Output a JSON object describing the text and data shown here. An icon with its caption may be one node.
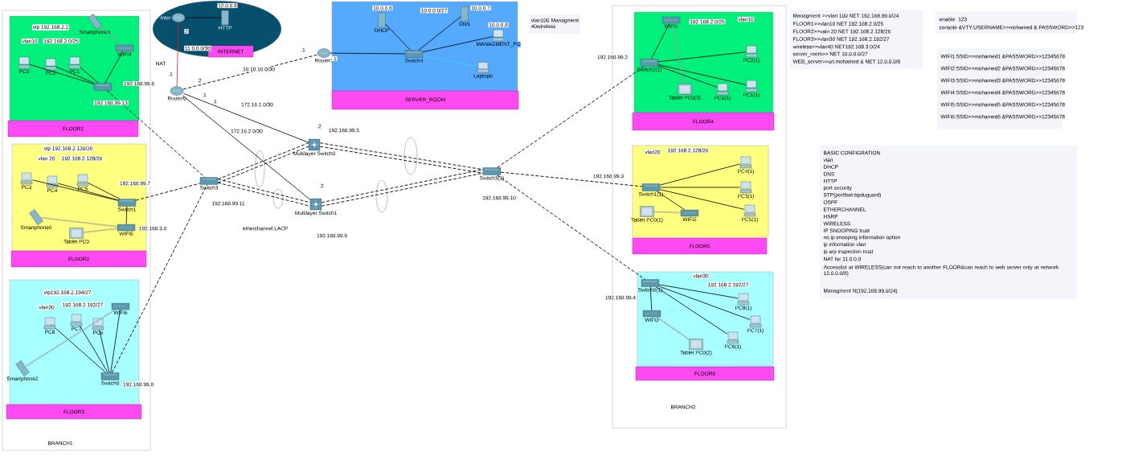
{
  "diagram": {
    "nodes": [
      {
        "text": [
          "BRANCH1"
        ]
      },
      {
        "text": [
          "FLOOR1"
        ],
        "in": 0
      },
      {
        "text": [
          "PC0"
        ],
        "in": 1
      },
      {
        "text": [
          "PC2"
        ],
        "in": 1
      },
      {
        "text": [
          "PC1"
        ],
        "in": 1
      },
      {
        "text": [
          "Smartphone1"
        ],
        "in": 1
      },
      {
        "text": [
          "WIFI4"
        ],
        "in": 1
      },
      {
        "text": [],
        "shape": "box",
        "in": 1
      },
      {
        "text": [
          "FLOOR2"
        ],
        "in": 0
      },
      {
        "text": [
          "PC3"
        ],
        "in": 8
      },
      {
        "text": [
          "PC4"
        ],
        "in": 8
      },
      {
        "text": [
          "PC5"
        ],
        "in": 8
      },
      {
        "text": [
          "Switch1"
        ],
        "in": 8
      },
      {
        "text": [
          "Smartphone0"
        ],
        "in": 8
      },
      {
        "text": [
          "Tablet PC0"
        ],
        "in": 8
      },
      {
        "text": [
          "WIFI5"
        ],
        "in": 8
      },
      {
        "text": [
          "FLOOR3"
        ],
        "in": 0
      },
      {
        "text": [
          "PC8"
        ],
        "in": 16
      },
      {
        "text": [
          "PC7"
        ],
        "in": 16
      },
      {
        "text": [
          "PC6"
        ],
        "in": 16
      },
      {
        "text": [
          "WIFI6"
        ],
        "in": 16
      },
      {
        "text": [
          "Smartphone2"
        ],
        "in": 16
      },
      {
        "text": [
          "Switch0"
        ],
        "in": 16
      },
      {
        "text": [
          "INTERNET"
        ]
      },
      {
        "text": [
          "Inter"
        ],
        "in": 23
      },
      {
        "text": [
          "HTTP"
        ],
        "in": 23
      },
      {
        "text": [
          "Router0"
        ]
      },
      {
        "text": [
          "Router1"
        ]
      },
      {
        "text": [
          "SERVER_ROOM"
        ]
      },
      {
        "text": [
          "DHCP"
        ],
        "in": 28
      },
      {
        "text": [
          "DNS"
        ],
        "in": 28
      },
      {
        "text": [
          "MANAGMENT_PC"
        ],
        "in": 28
      },
      {
        "text": [
          "Switch4"
        ],
        "in": 28
      },
      {
        "text": [
          "Laptop0"
        ],
        "in": 28
      },
      {
        "text": [
          "Switch3"
        ]
      },
      {
        "text": [
          "Multilayer Switch0"
        ]
      },
      {
        "text": [
          "Multilayer Switch1"
        ]
      },
      {
        "text": [
          "Switch3(1)"
        ]
      },
      {
        "text": [
          "BRANCH2"
        ]
      },
      {
        "text": [
          "FLOOR4"
        ],
        "in": 38
      },
      {
        "text": [
          "WIFI1"
        ],
        "in": 39
      },
      {
        "text": [
          "Switch2(1)"
        ],
        "in": 39
      },
      {
        "text": [
          "PC2(1)"
        ],
        "in": 39
      },
      {
        "text": [
          "Tablet PC0(3)"
        ],
        "in": 39
      },
      {
        "text": [
          "PC0(1)"
        ],
        "in": 39
      },
      {
        "text": [
          "PC1(1)"
        ],
        "in": 39
      },
      {
        "text": [
          "FLOOR5"
        ],
        "in": 38
      },
      {
        "text": [
          "Switch1(1)"
        ],
        "in": 46
      },
      {
        "text": [
          "PC4(1)"
        ],
        "in": 46
      },
      {
        "text": [
          "PC3(1)"
        ],
        "in": 46
      },
      {
        "text": [
          "PC5(1)"
        ],
        "in": 46
      },
      {
        "text": [
          "Tablet PC0(1)"
        ],
        "in": 46
      },
      {
        "text": [
          "WIFI2"
        ],
        "in": 46
      },
      {
        "text": [
          "FLOOR6"
        ],
        "in": 38
      },
      {
        "text": [
          "Switch0(1)"
        ],
        "in": 53
      },
      {
        "text": [
          "WIFI3"
        ],
        "in": 53
      },
      {
        "text": [
          "Tablet PC0(2)"
        ],
        "in": 53
      },
      {
        "text": [
          "PC8(1)"
        ],
        "in": 53
      },
      {
        "text": [
          "PC7(1)"
        ],
        "in": 53
      },
      {
        "text": [
          "PC6(1)"
        ],
        "in": 53
      }
    ],
    "edges": [
      {
        "from": 2,
        "to": 7,
        "arrow": "none"
      },
      {
        "from": 3,
        "to": 7,
        "arrow": "none"
      },
      {
        "from": 4,
        "to": 7,
        "arrow": "none"
      },
      {
        "from": 6,
        "to": 7,
        "arrow": "none"
      },
      {
        "from": 5,
        "to": 6,
        "arrow": "none",
        "style": "dashed",
        "color": "#9a9a9a"
      },
      {
        "from": 7,
        "to": 34,
        "arrow": "none",
        "style": "dashed"
      },
      {
        "from": 9,
        "to": 12,
        "arrow": "none"
      },
      {
        "from": 10,
        "to": 12,
        "arrow": "none"
      },
      {
        "from": 11,
        "to": 12,
        "arrow": "none"
      },
      {
        "from": 15,
        "to": 12,
        "arrow": "none"
      },
      {
        "from": 13,
        "to": 15,
        "arrow": "none",
        "style": "dashed",
        "color": "#9a9a9a"
      },
      {
        "from": 14,
        "to": 15,
        "arrow": "none",
        "style": "dashed",
        "color": "#9a9a9a"
      },
      {
        "from": 12,
        "to": 34,
        "arrow": "none",
        "style": "dashed"
      },
      {
        "from": 17,
        "to": 22,
        "arrow": "none"
      },
      {
        "from": 18,
        "to": 22,
        "arrow": "none"
      },
      {
        "from": 19,
        "to": 22,
        "arrow": "none"
      },
      {
        "from": 20,
        "to": 22,
        "arrow": "none"
      },
      {
        "from": 21,
        "to": 20,
        "arrow": "none",
        "style": "dashed",
        "color": "#9a9a9a"
      },
      {
        "from": 22,
        "to": 34,
        "arrow": "none",
        "style": "dashed"
      },
      {
        "from": 24,
        "to": 25,
        "arrow": "none"
      },
      {
        "from": 26,
        "to": 24,
        "arrow": "none",
        "color": "#e02020"
      },
      {
        "from": 26,
        "to": 27,
        "arrow": "none",
        "style": "dashed"
      },
      {
        "from": 27,
        "to": 32,
        "arrow": "none"
      },
      {
        "from": 29,
        "to": 32,
        "arrow": "none"
      },
      {
        "from": 30,
        "to": 32,
        "arrow": "none"
      },
      {
        "from": 31,
        "to": 32,
        "arrow": "none"
      },
      {
        "from": 32,
        "to": 33,
        "arrow": "none",
        "color": "#33d6e8"
      },
      {
        "from": 26,
        "to": 35,
        "arrow": "none"
      },
      {
        "from": 26,
        "to": 36,
        "arrow": "none"
      },
      {
        "from": 34,
        "to": 35,
        "arrow": "none",
        "style": "dashed"
      },
      {
        "from": 34,
        "to": 35,
        "arrow": "none",
        "style": "dashed"
      },
      {
        "from": 34,
        "to": 36,
        "arrow": "none",
        "style": "dashed"
      },
      {
        "from": 34,
        "to": 36,
        "arrow": "none",
        "style": "dashed"
      },
      {
        "from": 35,
        "to": 37,
        "arrow": "none",
        "style": "dashed"
      },
      {
        "from": 35,
        "to": 37,
        "arrow": "none",
        "style": "dashed"
      },
      {
        "from": 36,
        "to": 37,
        "arrow": "none",
        "style": "dashed"
      },
      {
        "from": 36,
        "to": 37,
        "arrow": "none",
        "style": "dashed"
      },
      {
        "from": 37,
        "to": 41,
        "arrow": "none",
        "style": "dashed"
      },
      {
        "from": 37,
        "to": 47,
        "arrow": "none",
        "style": "dashed"
      },
      {
        "from": 37,
        "to": 54,
        "arrow": "none",
        "style": "dashed"
      },
      {
        "from": 41,
        "to": 40,
        "arrow": "none"
      },
      {
        "from": 41,
        "to": 42,
        "arrow": "none"
      },
      {
        "from": 41,
        "to": 44,
        "arrow": "none"
      },
      {
        "from": 41,
        "to": 45,
        "arrow": "none"
      },
      {
        "from": 40,
        "to": 43,
        "arrow": "none",
        "style": "dashed",
        "color": "#9a9a9a"
      },
      {
        "from": 47,
        "to": 48,
        "arrow": "none"
      },
      {
        "from": 47,
        "to": 49,
        "arrow": "none"
      },
      {
        "from": 47,
        "to": 50,
        "arrow": "none"
      },
      {
        "from": 47,
        "to": 52,
        "arrow": "none"
      },
      {
        "from": 51,
        "to": 52,
        "arrow": "none",
        "style": "dashed",
        "color": "#9a9a9a"
      },
      {
        "from": 54,
        "to": 57,
        "arrow": "none"
      },
      {
        "from": 54,
        "to": 58,
        "arrow": "none"
      },
      {
        "from": 54,
        "to": 59,
        "arrow": "none"
      },
      {
        "from": 55,
        "to": 54,
        "arrow": "none"
      },
      {
        "from": 55,
        "to": 56,
        "arrow": "none",
        "style": "dashed",
        "color": "#9a9a9a"
      }
    ],
    "labels": [
      "vip 192.168.2.2",
      "vlan10",
      "192.168.2.0/25",
      "192.168.99.6",
      "192.168.99.13",
      "vip 192.168.2.130/26",
      "vlan 20",
      "192.168.2.128/26",
      "192.168.99.7",
      "192.168.3.0",
      "vip192.168.2.194/27",
      "vlan30",
      "192.168.2.192/27",
      "192.168.99.8",
      "12.0.0.8",
      "2",
      "11.0.0.0/30",
      "NAT",
      ".1",
      ".2",
      ".1",
      ".1",
      "10.10.10.0/30",
      ".1",
      ".1",
      "172.16.1.0/30",
      "10.0.0.6",
      "10.0.0.0/27",
      "10.0.0.7",
      "10.0.0.8",
      "vlan100 Managment 40wireless",
      "172.16.2.0/30",
      ".2",
      "192.168.99.5",
      ".2",
      "192.168.99.11",
      "etherchannel.LACP",
      "192.168.99.9",
      "192.168.99.10",
      "192.168.99.2",
      "192.168.99.3",
      "192.168.2.0/25",
      "vlan10",
      "vlan20",
      "192.168.2.128/26",
      "vlan30",
      "192.168.2.192/27",
      "192.168.99.4",
      "Managment >>vlan 100 NET 192.168.99.0/24",
      "FLOOR1>>vlan10 NET 192.168.2.0/25",
      "FLOOR2>>vain 20 NET 192.168.2.128/26",
      "FLOOR3>>vlan30 NET 192.168.2.192/27",
      "wireless>>vlan40 NET192.168.3.0/24",
      "server_room>> NET 10.0.0.0/27",
      "WEB_server>>url.mohamed & NET 12.0.0.0/8",
      "enable: 123",
      "console &VTY:USERNAME>>mohamed & PASSWORD>>123",
      "WIFI1:SSID>>mohamed1 &PASSWORD>>12345678",
      "WIFI2:SSID>>mohamed2 &PASSWORD>>12345678",
      "WIFI3:SSID>>mohamed3 &PASSWORD>>12345678",
      "WIFI4:SSID>>mohamed4 &PASSWORD>>12345678",
      "WIFI5:SSID>>mohamed5 &PASSWORD>>12345678",
      "WIFI6:SSID>>mohamed6 &PASSWORD>>12345678",
      "BASIC CONFIGRATION",
      "vlan",
      "DHCP",
      "DNS",
      "HTTP",
      "port security",
      "STP(portfast-bpduguard)",
      "OSPF",
      "ETHERCHANNEL",
      "HSRP",
      "WIRELESS",
      "IP SNOOPING trust",
      "no ip snooping information option",
      "ip information vlan",
      "ip arp inspection trust",
      "NAT for 11.0.0.0",
      "Accesslist at WIRELESS(can not reach to another FLOOR&can reach to web server only at network 12.0.0.0/8)",
      "Managment N(192.168.99.0/24)"
    ]
  }
}
